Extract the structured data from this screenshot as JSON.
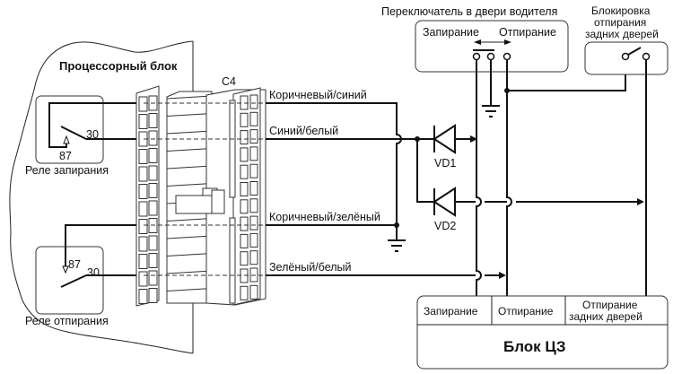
{
  "diagram": {
    "processor_block": {
      "title": "Процессорный блок"
    },
    "connector": {
      "label": "C4"
    },
    "relay_lock": {
      "label": "Реле запирания",
      "pin_30": "30",
      "pin_87": "87"
    },
    "relay_unlock": {
      "label": "Реле отпирания",
      "pin_30": "30",
      "pin_87": "87"
    },
    "driver_switch": {
      "title": "Переключатель в двери водителя",
      "left_label": "Запирание",
      "right_label": "Отпирание"
    },
    "rear_lock": {
      "title_lines": [
        "Блокировка",
        "отпирания",
        "задних дверей"
      ]
    },
    "wires": [
      {
        "id": "w1",
        "label": "Коричневый/синий"
      },
      {
        "id": "w2",
        "label": "Синий/белый"
      },
      {
        "id": "w3",
        "label": "Коричневый/зелёный"
      },
      {
        "id": "w4",
        "label": "Зелёный/белый"
      }
    ],
    "diodes": [
      {
        "id": "vd1",
        "label": "VD1"
      },
      {
        "id": "vd2",
        "label": "VD2"
      }
    ],
    "cz_block": {
      "title": "Блок ЦЗ",
      "cells": [
        {
          "lines": [
            "Запирание"
          ]
        },
        {
          "lines": [
            "Отпирание"
          ]
        },
        {
          "lines": [
            "Отпирание",
            "задних дверей"
          ]
        }
      ]
    }
  }
}
